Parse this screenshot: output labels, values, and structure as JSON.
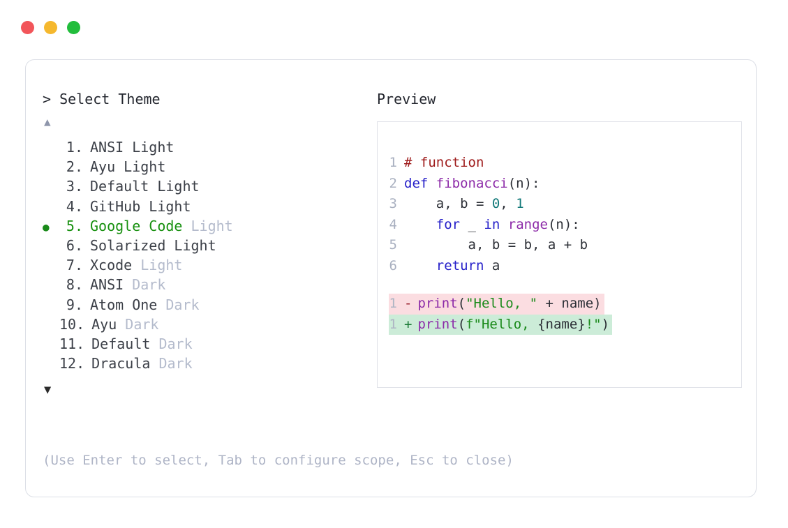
{
  "window": {
    "traffic_lights": [
      {
        "name": "close",
        "color": "#F2555A"
      },
      {
        "name": "minimize",
        "color": "#F5B82E"
      },
      {
        "name": "maximize",
        "color": "#22BD3C"
      }
    ]
  },
  "prompt": {
    "caret": ">",
    "title": "Select Theme",
    "scroll_up_icon": "▲",
    "scroll_down_icon": "▼",
    "selected_index": 5,
    "selected_bullet": "●",
    "accent_color": "#17900f"
  },
  "themes": [
    {
      "index": "1.",
      "name": "ANSI",
      "suffix": "Light",
      "suffix_dim": false,
      "selected": false
    },
    {
      "index": "2.",
      "name": "Ayu",
      "suffix": "Light",
      "suffix_dim": false,
      "selected": false
    },
    {
      "index": "3.",
      "name": "Default",
      "suffix": "Light",
      "suffix_dim": false,
      "selected": false
    },
    {
      "index": "4.",
      "name": "GitHub",
      "suffix": "Light",
      "suffix_dim": false,
      "selected": false
    },
    {
      "index": "5.",
      "name": "Google Code",
      "suffix": "Light",
      "suffix_dim": true,
      "selected": true
    },
    {
      "index": "6.",
      "name": "Solarized",
      "suffix": "Light",
      "suffix_dim": false,
      "selected": false
    },
    {
      "index": "7.",
      "name": "Xcode",
      "suffix": "Light",
      "suffix_dim": true,
      "selected": false
    },
    {
      "index": "8.",
      "name": "ANSI",
      "suffix": "Dark",
      "suffix_dim": true,
      "selected": false
    },
    {
      "index": "9.",
      "name": "Atom One",
      "suffix": "Dark",
      "suffix_dim": true,
      "selected": false
    },
    {
      "index": "10.",
      "name": "Ayu",
      "suffix": "Dark",
      "suffix_dim": true,
      "selected": false
    },
    {
      "index": "11.",
      "name": "Default",
      "suffix": "Dark",
      "suffix_dim": true,
      "selected": false
    },
    {
      "index": "12.",
      "name": "Dracula",
      "suffix": "Dark",
      "suffix_dim": true,
      "selected": false
    }
  ],
  "preview": {
    "label": "Preview",
    "code_lines": [
      {
        "no": "1",
        "tokens": [
          {
            "t": "# function",
            "c": "comment"
          }
        ]
      },
      {
        "no": "2",
        "tokens": [
          {
            "t": "def ",
            "c": "keyword"
          },
          {
            "t": "fibonacci",
            "c": "func"
          },
          {
            "t": "(n):",
            "c": "punct"
          }
        ]
      },
      {
        "no": "3",
        "tokens": [
          {
            "t": "    a, b = ",
            "c": "plain"
          },
          {
            "t": "0",
            "c": "num"
          },
          {
            "t": ", ",
            "c": "plain"
          },
          {
            "t": "1",
            "c": "num"
          }
        ]
      },
      {
        "no": "4",
        "tokens": [
          {
            "t": "    ",
            "c": "plain"
          },
          {
            "t": "for",
            "c": "keyword"
          },
          {
            "t": " _ ",
            "c": "plain"
          },
          {
            "t": "in",
            "c": "keyword"
          },
          {
            "t": " ",
            "c": "plain"
          },
          {
            "t": "range",
            "c": "func"
          },
          {
            "t": "(n):",
            "c": "punct"
          }
        ]
      },
      {
        "no": "5",
        "tokens": [
          {
            "t": "        a, b = b, a + b",
            "c": "plain"
          }
        ]
      },
      {
        "no": "6",
        "tokens": [
          {
            "t": "    ",
            "c": "plain"
          },
          {
            "t": "return",
            "c": "keyword"
          },
          {
            "t": " a",
            "c": "plain"
          }
        ]
      }
    ],
    "diff_lines": [
      {
        "no": "1",
        "mark": "-",
        "kind": "del",
        "tokens": [
          {
            "t": "print",
            "c": "func"
          },
          {
            "t": "(",
            "c": "punct"
          },
          {
            "t": "\"Hello, \"",
            "c": "string"
          },
          {
            "t": " + name)",
            "c": "plain"
          }
        ]
      },
      {
        "no": "1",
        "mark": "+",
        "kind": "add",
        "tokens": [
          {
            "t": "print",
            "c": "func"
          },
          {
            "t": "(",
            "c": "punct"
          },
          {
            "t": "f\"Hello, ",
            "c": "string"
          },
          {
            "t": "{name}",
            "c": "plain"
          },
          {
            "t": "!\"",
            "c": "string"
          },
          {
            "t": ")",
            "c": "punct"
          }
        ]
      }
    ]
  },
  "footer": {
    "hint": "(Use Enter to select, Tab to configure scope, Esc to close)"
  }
}
